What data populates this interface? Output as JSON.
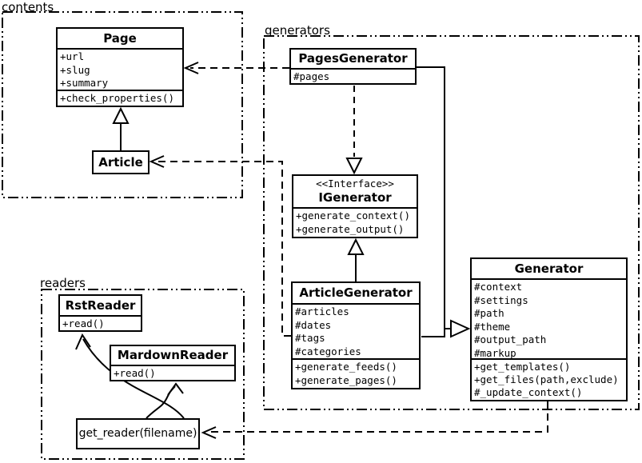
{
  "diagram": {
    "packages": {
      "contents": {
        "label": "contents"
      },
      "generators": {
        "label": "generators"
      },
      "readers": {
        "label": "readers"
      }
    },
    "classes": {
      "page": {
        "name": "Page",
        "attributes": [
          "+url",
          "+slug",
          "+summary"
        ],
        "methods": [
          "+check_properties()"
        ]
      },
      "article": {
        "name": "Article"
      },
      "pages_generator": {
        "name": "PagesGenerator",
        "attributes": [
          "#pages"
        ]
      },
      "igenerator": {
        "stereotype": "<<Interface>>",
        "name": "IGenerator",
        "methods": [
          "+generate_context()",
          "+generate_output()"
        ]
      },
      "article_generator": {
        "name": "ArticleGenerator",
        "attributes": [
          "#articles",
          "#dates",
          "#tags",
          "#categories"
        ],
        "methods": [
          "+generate_feeds()",
          "+generate_pages()"
        ]
      },
      "generator": {
        "name": "Generator",
        "attributes": [
          "#context",
          "#settings",
          "#path",
          "#theme",
          "#output_path",
          "#markup"
        ],
        "methods": [
          "+get_templates()",
          "+get_files(path,exclude)",
          "#_update_context()"
        ]
      },
      "rst_reader": {
        "name": "RstReader",
        "methods": [
          "+read()"
        ]
      },
      "mardown_reader": {
        "name": "MardownReader",
        "methods": [
          "+read()"
        ]
      },
      "get_reader": {
        "label": "get_reader(filename)"
      }
    },
    "colors": {
      "line": "#000000",
      "background": "#ffffff"
    }
  }
}
